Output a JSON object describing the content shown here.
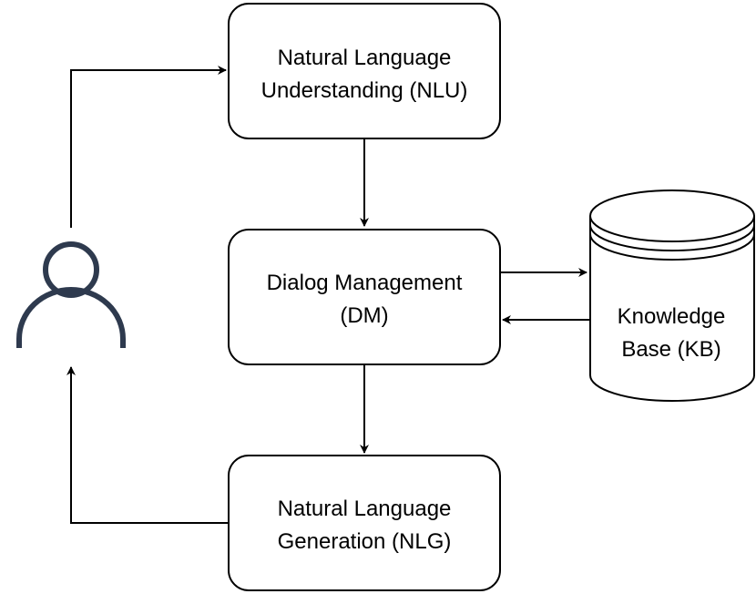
{
  "nodes": {
    "nlu": {
      "line1": "Natural Language",
      "line2": "Understanding (NLU)"
    },
    "dm": {
      "line1": "Dialog Management",
      "line2": "(DM)"
    },
    "nlg": {
      "line1": "Natural Language",
      "line2": "Generation (NLG)"
    },
    "kb": {
      "line1": "Knowledge",
      "line2": "Base (KB)"
    }
  },
  "icons": {
    "user": "user-icon",
    "database": "database-icon"
  },
  "edges": [
    {
      "from": "user",
      "to": "nlu"
    },
    {
      "from": "nlu",
      "to": "dm"
    },
    {
      "from": "dm",
      "to": "kb"
    },
    {
      "from": "kb",
      "to": "dm"
    },
    {
      "from": "dm",
      "to": "nlg"
    },
    {
      "from": "nlg",
      "to": "user"
    }
  ],
  "colors": {
    "stroke": "#000000",
    "user_icon": "#2e3a4e",
    "background": "#ffffff"
  }
}
